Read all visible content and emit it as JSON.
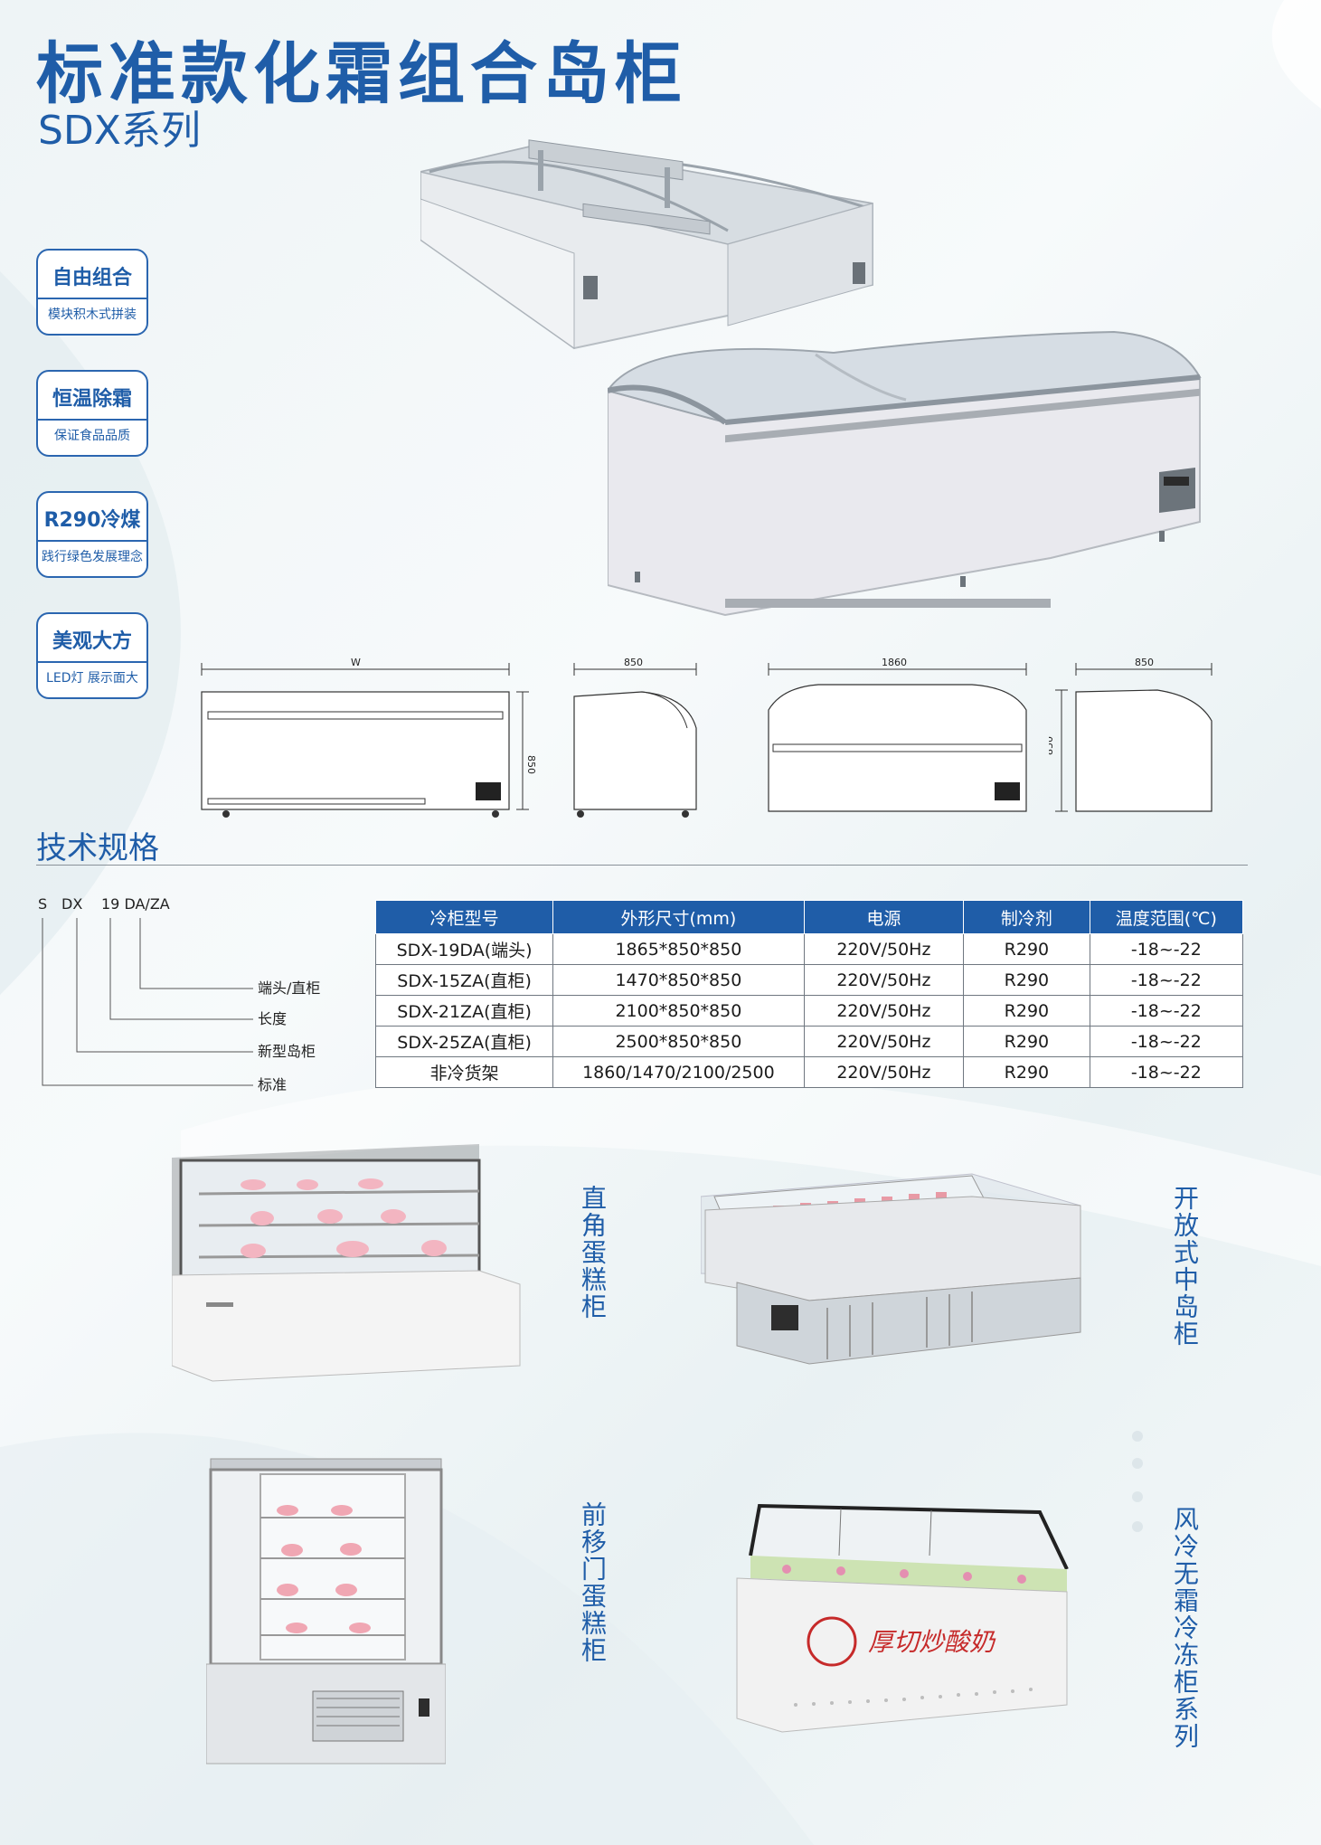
{
  "header": {
    "title": "标准款化霜组合岛柜",
    "subtitle": "SDX系列"
  },
  "features": [
    {
      "title": "自由组合",
      "desc": "模块积木式拼装"
    },
    {
      "title": "恒温除霜",
      "desc": "保证食品品质"
    },
    {
      "title": "R290冷煤",
      "desc": "践行绿色发展理念"
    },
    {
      "title": "美观大方",
      "desc": "LED灯 展示面大"
    }
  ],
  "dimensions": {
    "w_label": "W",
    "depth1": "850",
    "height1": "850",
    "length2": "1860",
    "depth2": "850",
    "height2": "850"
  },
  "spec": {
    "heading": "技术规格",
    "code": {
      "s": "S",
      "dx": "DX",
      "num": "19 DA/ZA",
      "legend": [
        "端头/直柜",
        "长度",
        "新型岛柜",
        "标准"
      ]
    },
    "columns": [
      "冷柜型号",
      "外形尺寸(mm)",
      "电源",
      "制冷剂",
      "温度范围(℃)"
    ],
    "rows": [
      [
        "SDX-19DA(端头)",
        "1865*850*850",
        "220V/50Hz",
        "R290",
        "-18~-22"
      ],
      [
        "SDX-15ZA(直柜)",
        "1470*850*850",
        "220V/50Hz",
        "R290",
        "-18~-22"
      ],
      [
        "SDX-21ZA(直柜)",
        "2100*850*850",
        "220V/50Hz",
        "R290",
        "-18~-22"
      ],
      [
        "SDX-25ZA(直柜)",
        "2500*850*850",
        "220V/50Hz",
        "R290",
        "-18~-22"
      ],
      [
        "非冷货架",
        "1860/1470/2100/2500",
        "220V/50Hz",
        "R290",
        "-18~-22"
      ]
    ]
  },
  "cabinets": [
    {
      "label": "直角蛋糕柜"
    },
    {
      "label": "开放式中岛柜"
    },
    {
      "label": "前移门蛋糕柜"
    },
    {
      "label": "风冷无霜冷冻柜系列"
    }
  ],
  "yogurt_sign": "厚切炒酸奶",
  "colors": {
    "brand": "#1f5da8",
    "header_row": "#1f5da8"
  }
}
